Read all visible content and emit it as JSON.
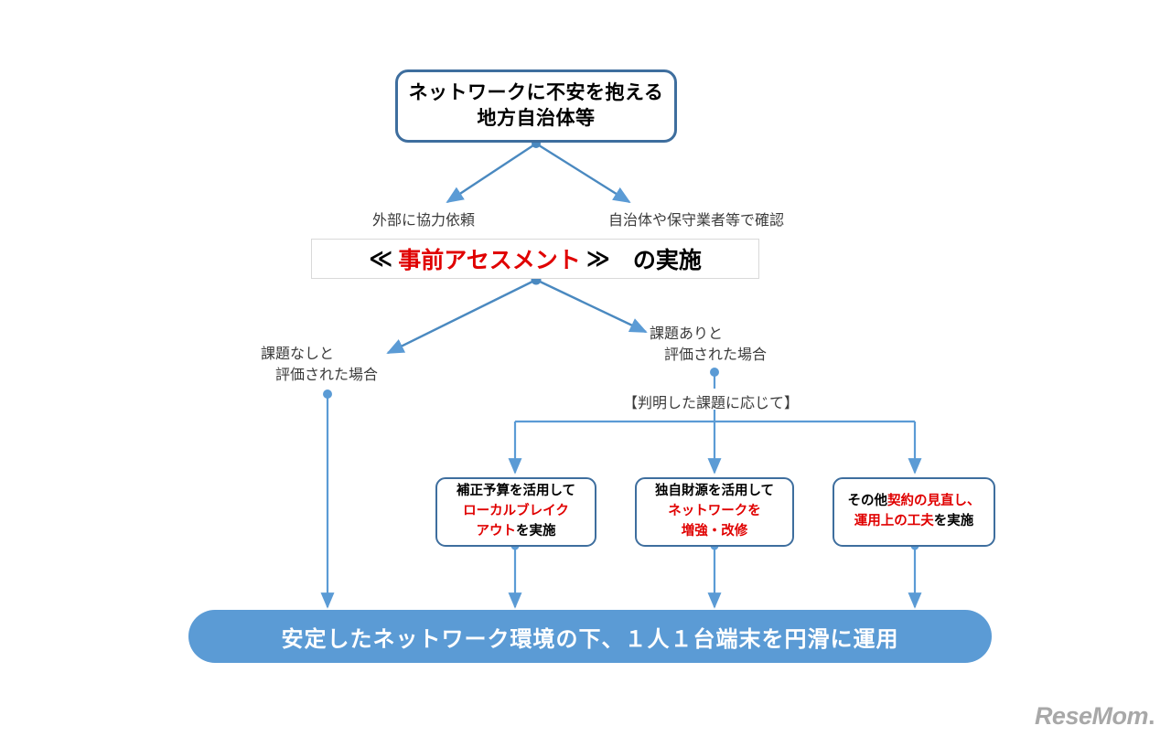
{
  "colors": {
    "line_blue": "#5B9BD5",
    "box_border": "#3E6E9E",
    "banner_fill": "#5B9BD5",
    "accent_red": "#E00000",
    "caption_gray": "#3b3b3b",
    "bar_border": "#d9d9d9",
    "background": "#ffffff",
    "watermark_gray": "#9a9a9a"
  },
  "top_box": {
    "text": "ネットワークに不安を抱える\n地方自治体等"
  },
  "branch_captions": {
    "left": "外部に協力依頼",
    "right": "自治体や保守業者等で確認"
  },
  "assessment_bar": {
    "open_chevron": "≪",
    "accent_text": "事前アセスメント",
    "close_chevron": "≫",
    "tail_text": "　の実施"
  },
  "outcome_captions": {
    "no_issue": "課題なしと\n　評価された場合",
    "has_issue": "課題ありと\n　評価された場合",
    "according_to": "【判明した課題に応じて】"
  },
  "options": [
    {
      "name": "local-breakout",
      "lines": [
        {
          "text": "補正予算を活用して",
          "color": "black"
        },
        {
          "text": "ローカルブレイク",
          "color": "red"
        },
        {
          "text": "アウト",
          "color": "red",
          "suffix": "を実施",
          "suffix_color": "black"
        }
      ]
    },
    {
      "name": "network-reinforcement",
      "lines": [
        {
          "text": "独自財源を活用して",
          "color": "black"
        },
        {
          "text": "ネットワークを",
          "color": "red"
        },
        {
          "text": "増強・改修",
          "color": "red"
        }
      ]
    },
    {
      "name": "contract-review",
      "lines": [
        {
          "text": "その他",
          "color": "black",
          "suffix": "契約の見直し、",
          "suffix_color": "red"
        },
        {
          "text": "運用上の工夫",
          "color": "red",
          "suffix": "を実施",
          "suffix_color": "black"
        }
      ]
    }
  ],
  "bottom_banner": {
    "text": "安定したネットワーク環境の下、１人１台端末を円滑に運用"
  },
  "watermark": {
    "text": "ReseMom",
    "dot": "."
  }
}
